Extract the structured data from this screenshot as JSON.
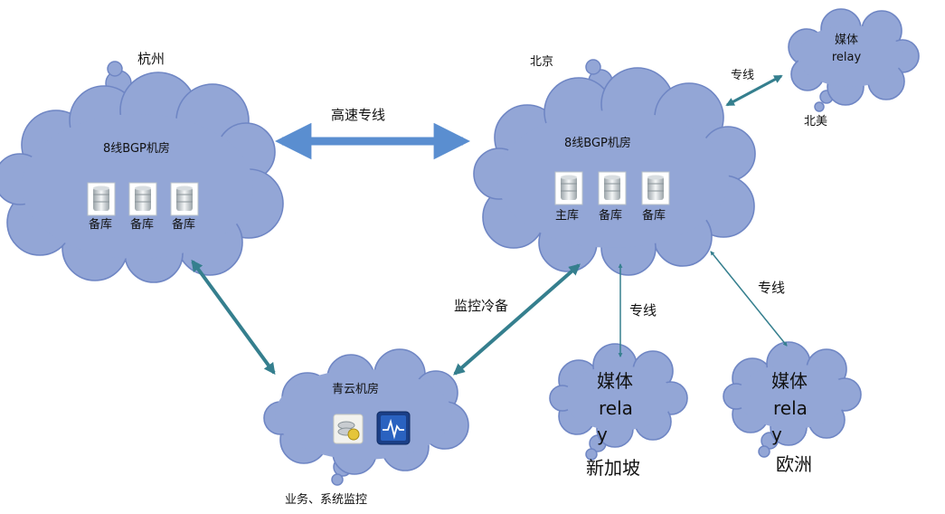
{
  "colors": {
    "cloud_fill": "#93a6d6",
    "cloud_stroke": "#6f86c4",
    "arrow_teal": "#357f8e",
    "arrow_blue": "#5a8ed0"
  },
  "nodes": {
    "hangzhou": {
      "city": "杭州",
      "title": "8线BGP机房",
      "dbs": [
        {
          "label": "备库"
        },
        {
          "label": "备库"
        },
        {
          "label": "备库"
        }
      ]
    },
    "beijing": {
      "city": "北京",
      "title": "8线BGP机房",
      "dbs": [
        {
          "label": "主库"
        },
        {
          "label": "备库"
        },
        {
          "label": "备库"
        }
      ]
    },
    "qingyun": {
      "title": "青云机房",
      "caption": "业务、系统监控"
    },
    "na_relay": {
      "line1": "媒体",
      "line2": "relay",
      "region": "北美"
    },
    "sg_relay": {
      "line1": "媒体",
      "line2": "rela",
      "line3": "y",
      "region": "新加坡"
    },
    "eu_relay": {
      "line1": "媒体",
      "line2": "rela",
      "line3": "y",
      "region": "欧洲"
    }
  },
  "links": {
    "hz_bj": "高速专线",
    "bj_na": "专线",
    "qy_bj": "监控冷备",
    "bj_sg": "专线",
    "bj_eu": "专线"
  }
}
